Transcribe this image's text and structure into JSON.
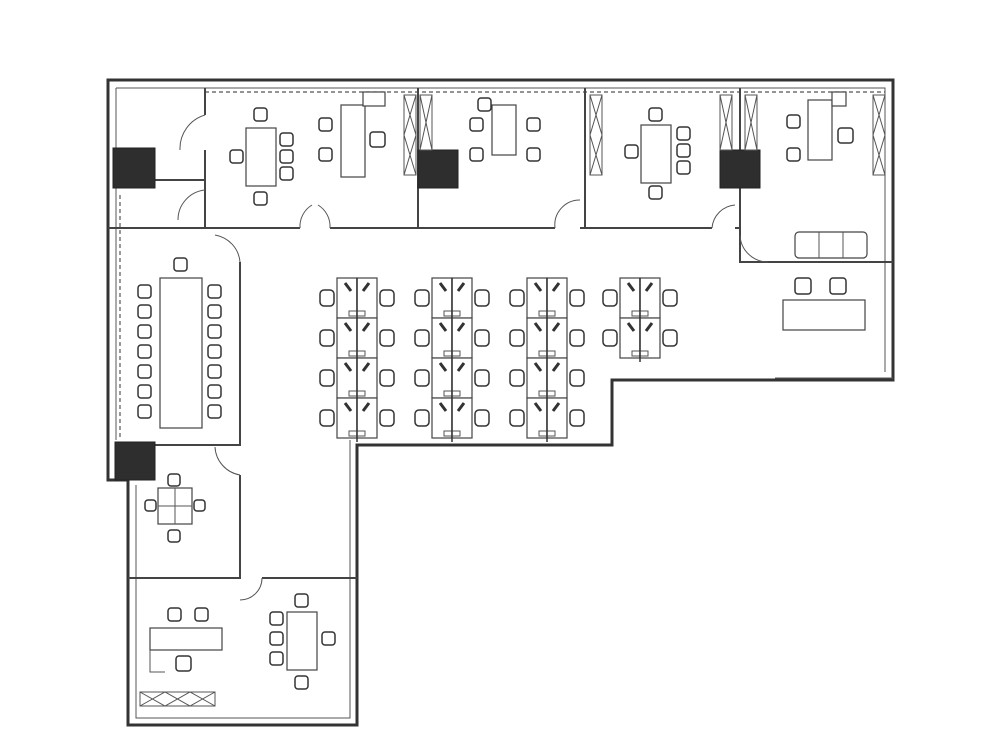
{
  "colors": {
    "wall": "#333333",
    "column": "#2e2e2e",
    "background": "#ffffff"
  },
  "workstation_clusters": [
    {
      "rows": 4
    },
    {
      "rows": 4
    },
    {
      "rows": 4
    },
    {
      "rows": 2
    }
  ]
}
